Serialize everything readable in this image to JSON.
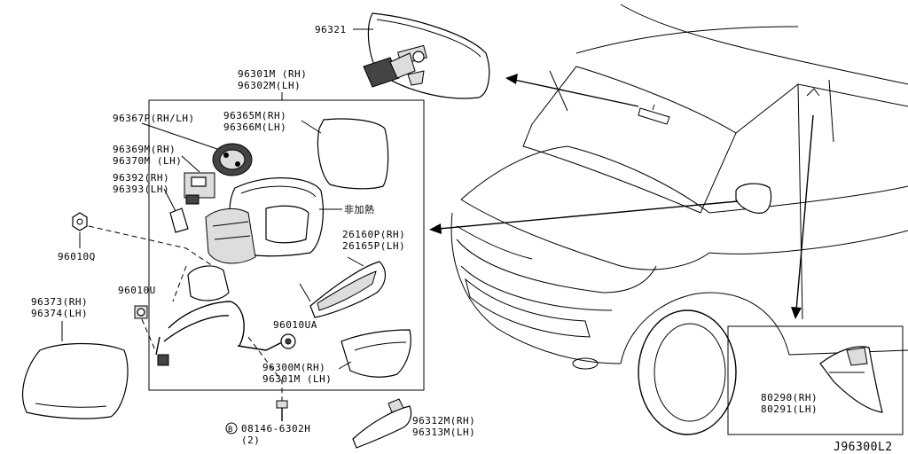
{
  "labels": {
    "l96321": "96321",
    "l96301m": "96301M (RH)",
    "l96302m": "96302M(LH)",
    "l96367p": "96367P(RH/LH)",
    "l96365m": "96365M(RH)",
    "l96366m": "96366M(LH)",
    "l96369m": "96369M(RH)",
    "l96370m": "96370M (LH)",
    "l96392": "96392(RH)",
    "l96393": "96393(LH)",
    "l_nonheated": "非加熱",
    "l26160p": "26160P(RH)",
    "l26165p": "26165P(LH)",
    "l96010q": "96010Q",
    "l96010u": "96010U",
    "l96010ua": "96010UA",
    "l96373": "96373(RH)",
    "l96374": "96374(LH)",
    "l96300m": "96300M(RH)",
    "l96301m_lh": "96301M (LH)",
    "l08146": "08146-6302H",
    "l08146_qty": "(2)",
    "l_b_symbol": "B",
    "l96312m": "96312M(RH)",
    "l96313m": "96313M(LH)",
    "l80290": "80290(RH)",
    "l80291": "80291(LH)",
    "diagram_code": "J96300L2"
  }
}
